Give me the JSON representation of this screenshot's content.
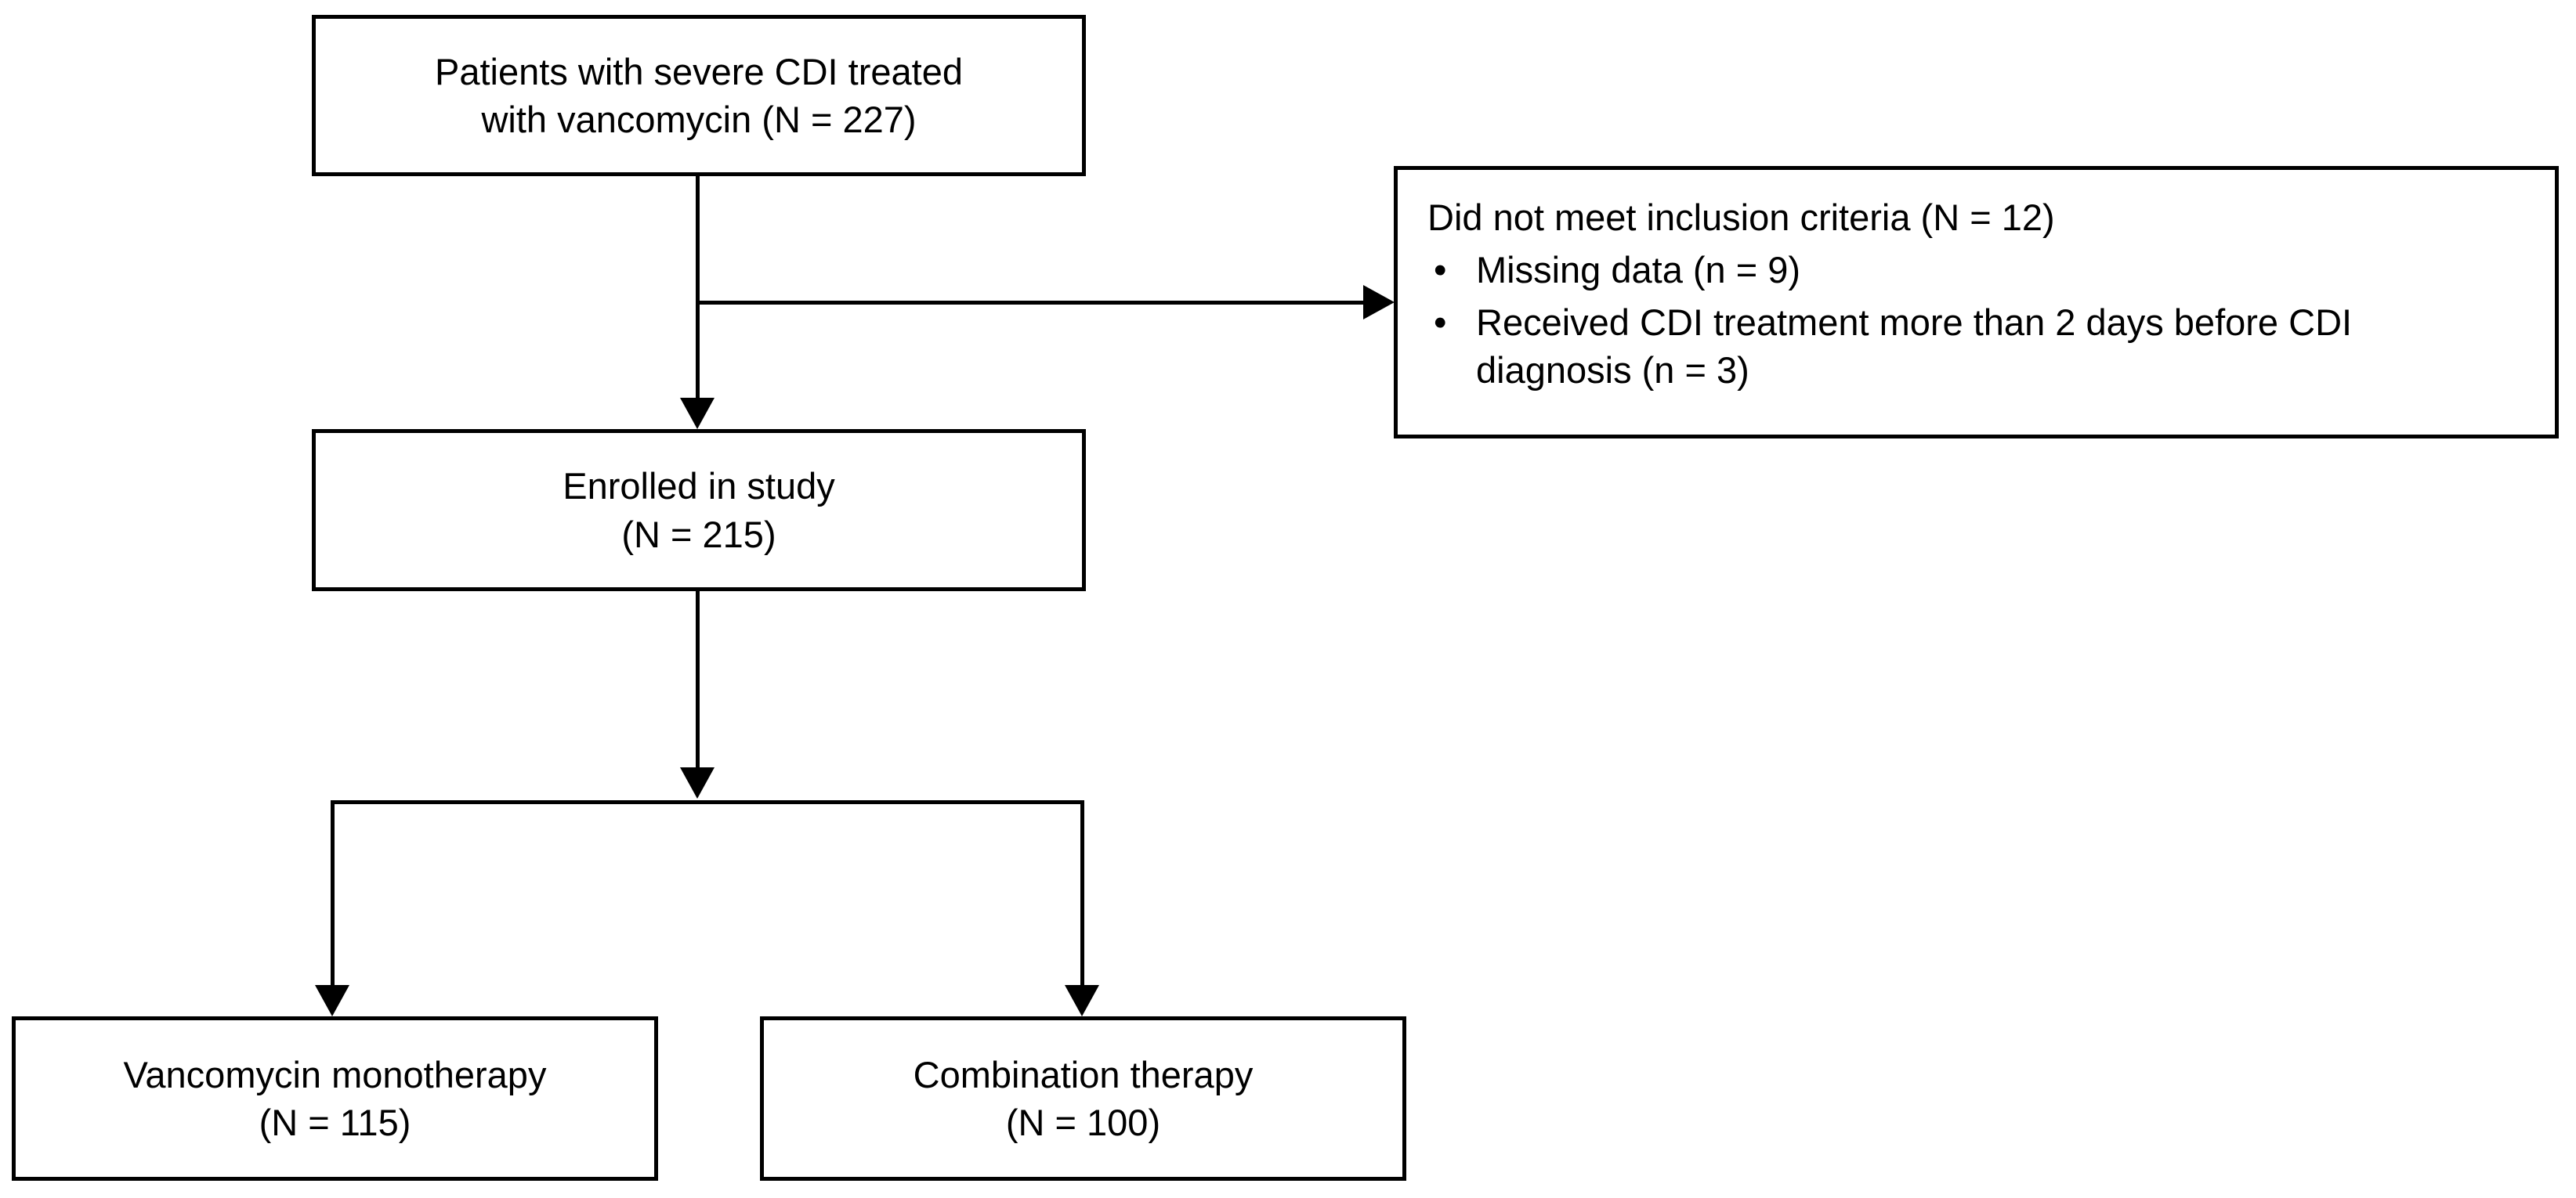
{
  "figure": {
    "type": "flowchart",
    "title": "CDI treatment study patient flow diagram",
    "line_color": "#000000",
    "background_color": "#ffffff"
  },
  "nodes": {
    "source": {
      "line1": "Patients with severe CDI treated",
      "line2": "with vancomycin (N = 227)",
      "count": 227
    },
    "excluded": {
      "heading": "Did not meet inclusion criteria (N = 12)",
      "count": 12,
      "bullet_glyph": "•",
      "reasons": [
        {
          "text": "Missing data (n = 9)",
          "n": 9
        },
        {
          "text_line1": "Received CDI treatment more than 2 days before CDI",
          "text_line2": "diagnosis (n = 3)",
          "n": 3
        }
      ]
    },
    "enrolled": {
      "line1": "Enrolled in study",
      "line2": "(N = 215)",
      "count": 215
    },
    "arm_monotherapy": {
      "line1": "Vancomycin monotherapy",
      "line2": "(N = 115)",
      "count": 115
    },
    "arm_combination": {
      "line1": "Combination therapy",
      "line2": "(N = 100)",
      "count": 100
    }
  }
}
